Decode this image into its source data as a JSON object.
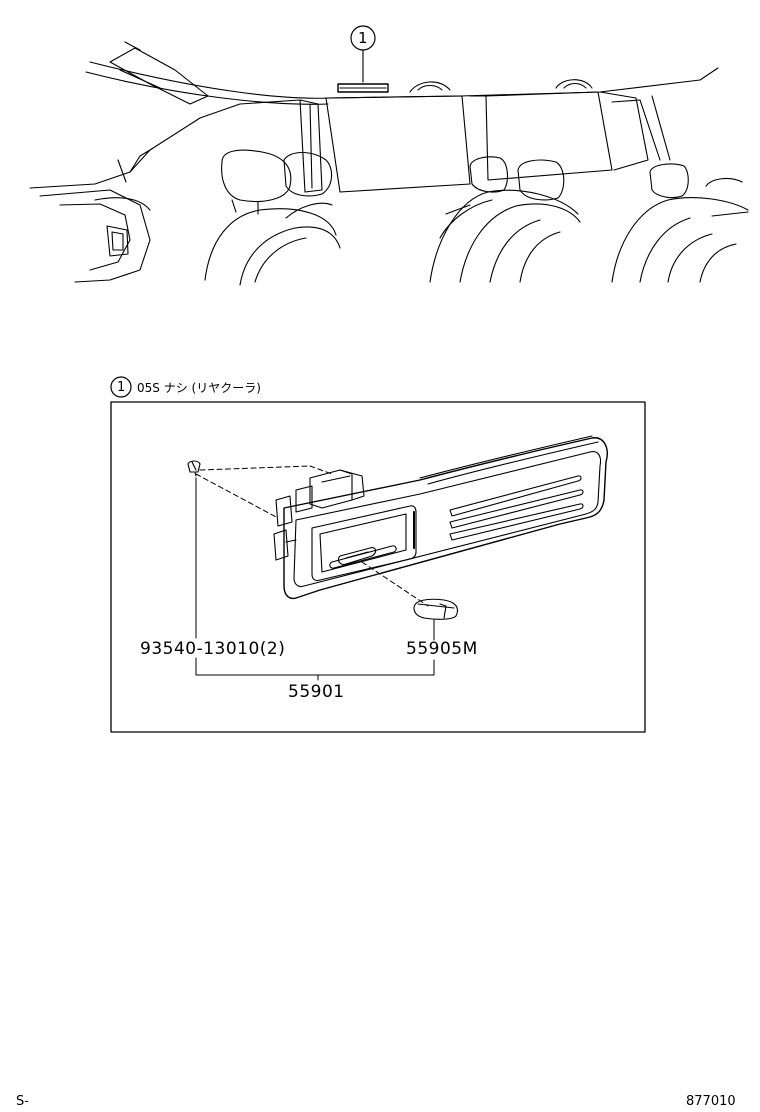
{
  "callouts": {
    "top": "1",
    "section": "1"
  },
  "section": {
    "note": "05S ナシ (リヤクーラ)"
  },
  "parts": {
    "screw": "93540-13010(2)",
    "knob": "55905M",
    "assembly": "55901"
  },
  "footer": {
    "left": "S-",
    "right": "877010"
  }
}
